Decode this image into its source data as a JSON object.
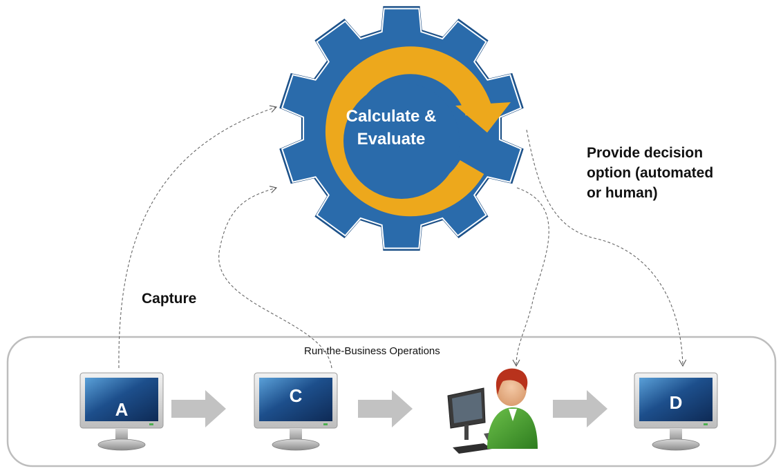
{
  "gear": {
    "line1": "Calculate &",
    "line2": "Evaluate"
  },
  "capture_label": "Capture",
  "decision_label": {
    "line1": "Provide decision",
    "line2": "option (automated",
    "line3": "or human)"
  },
  "operations_label": "Run-the-Business Operations",
  "terminals": [
    {
      "letter": "A"
    },
    {
      "letter": "C"
    },
    {
      "letter": "D"
    }
  ],
  "colors": {
    "gear_blue": "#2a6bab",
    "cycle_orange": "#eda81c",
    "gear_outline": "#1d4f85",
    "arrow_gray": "#c2c2c2",
    "dashed_line": "#555555"
  },
  "icons": [
    "gear-icon",
    "cycle-arrow-icon",
    "monitor-icon",
    "operator-icon",
    "process-arrow-icon"
  ]
}
